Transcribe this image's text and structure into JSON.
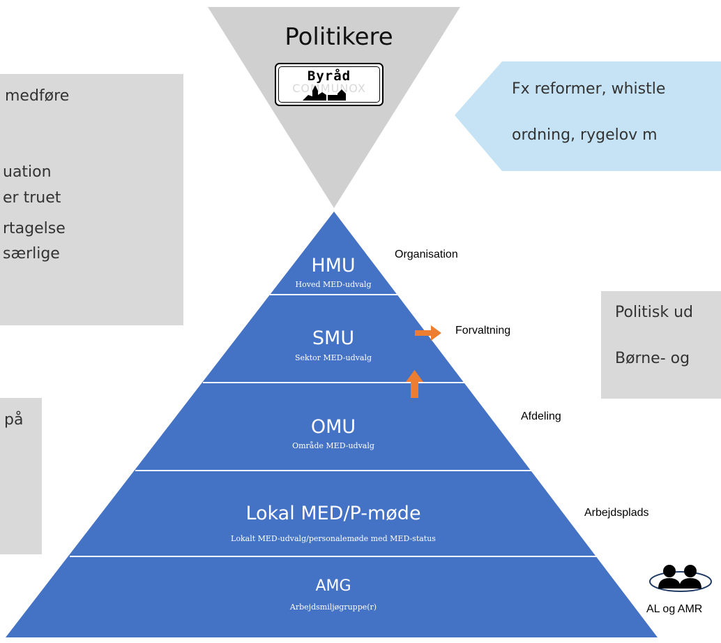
{
  "top": {
    "title": "Politikere",
    "sign_text": "Byråd",
    "sign_watermark": "COMMUNOX"
  },
  "callout_blue": {
    "line1": "Fx reformer, whistle",
    "line2": "ordning, rygelov m"
  },
  "box_left_top": {
    "lines": [
      "medføre",
      "uation",
      "er truet",
      "rtagelse",
      "særlige"
    ]
  },
  "box_left_bottom": {
    "lines": [
      "på"
    ]
  },
  "box_right": {
    "line1": "Politisk ud",
    "line2": "Børne- og"
  },
  "pyramid": {
    "levels": [
      {
        "title": "HMU",
        "subtitle": "Hoved MED-udvalg",
        "side_label": "Organisation"
      },
      {
        "title": "SMU",
        "subtitle": "Sektor MED-udvalg",
        "side_label": "Forvaltning"
      },
      {
        "title": "OMU",
        "subtitle": "Område MED-udvalg",
        "side_label": "Afdeling"
      },
      {
        "title": "Lokal MED/P-møde",
        "subtitle": "Lokalt MED-udvalg/personalemøde med MED-status",
        "side_label": "Arbejdsplads"
      },
      {
        "title": "AMG",
        "subtitle": "Arbejdsmiljøgruppe(r)",
        "side_label": "AL og AMR"
      }
    ]
  },
  "colors": {
    "pyramid": "#4472c4",
    "divider": "#ffffff",
    "funnel": "#d0d0d0",
    "callout": "#c5e3f4",
    "gray_box": "#d9d9d9",
    "arrow": "#ed7d31"
  }
}
